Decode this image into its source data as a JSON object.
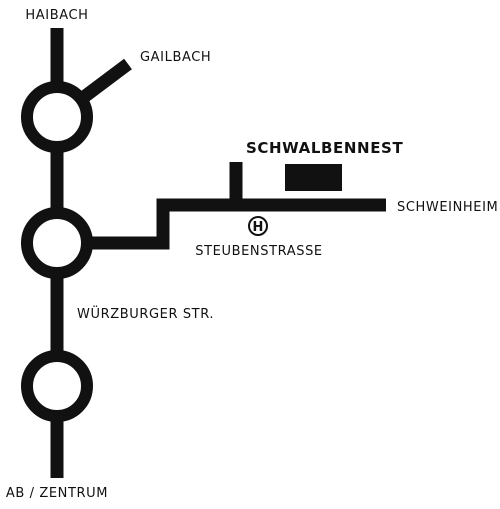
{
  "map": {
    "ink_color": "#111111",
    "background_color": "#ffffff",
    "labels": {
      "north": "HAIBACH",
      "branch": "GAILBACH",
      "destination": "SCHWALBENNEST",
      "east": "SCHWEINHEIM",
      "bus_stop_name": "STEUBENSTRASSE",
      "main_street": "WÜRZBURGER STR.",
      "south": "AB / ZENTRUM"
    },
    "bus_stop_symbol": "H",
    "icons": {
      "roundabouts": "roundabout-icon",
      "bus_stop": "bus-stop-icon",
      "building": "building-icon"
    }
  }
}
